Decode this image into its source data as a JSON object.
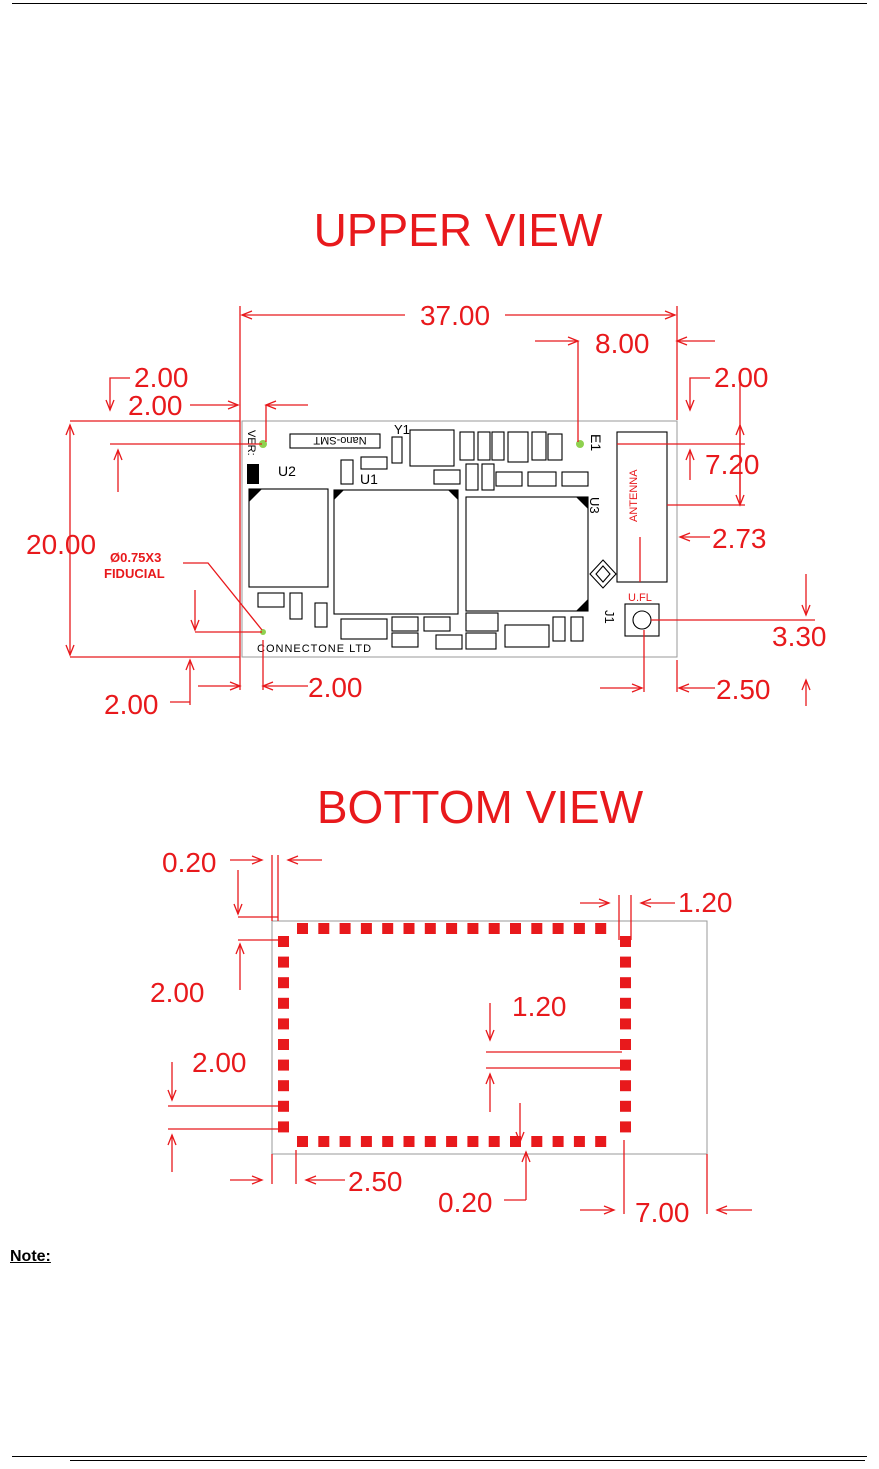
{
  "upper_view": {
    "title": "UPPER VIEW",
    "dims": {
      "width": "37.00",
      "antenna_offset": "8.00",
      "left_top_a": "2.00",
      "left_top_b": "2.00",
      "right_top": "2.00",
      "height": "20.00",
      "antenna_height": "7.20",
      "antenna_side": "2.73",
      "ufl_offset": "3.30",
      "bottom_left": "2.00",
      "bottom_mid": "2.00",
      "ufl_right": "2.50"
    },
    "fiducial_label_line1": "Ø0.75X3",
    "fiducial_label_line2": "FIDUCIAL",
    "silkscreen": {
      "nano": "Nano-SMT",
      "ver": "VER:",
      "u1": "U1",
      "u2": "U2",
      "u3": "U3",
      "e1": "E1",
      "y1": "Y1",
      "j1": "J1",
      "antenna": "ANTENNA",
      "ufl": "U.FL",
      "connectone": "CONNECTONE LTD"
    }
  },
  "bottom_view": {
    "title": "BOTTOM VIEW",
    "dims": {
      "top_left": "0.20",
      "top_right": "1.20",
      "left_pitch": "2.00",
      "inner": "1.20",
      "left_pitch_b": "2.00",
      "bottom_pitch": "2.50",
      "bottom_gap": "0.20",
      "bottom_right": "7.00"
    }
  },
  "note_label": "Note:"
}
